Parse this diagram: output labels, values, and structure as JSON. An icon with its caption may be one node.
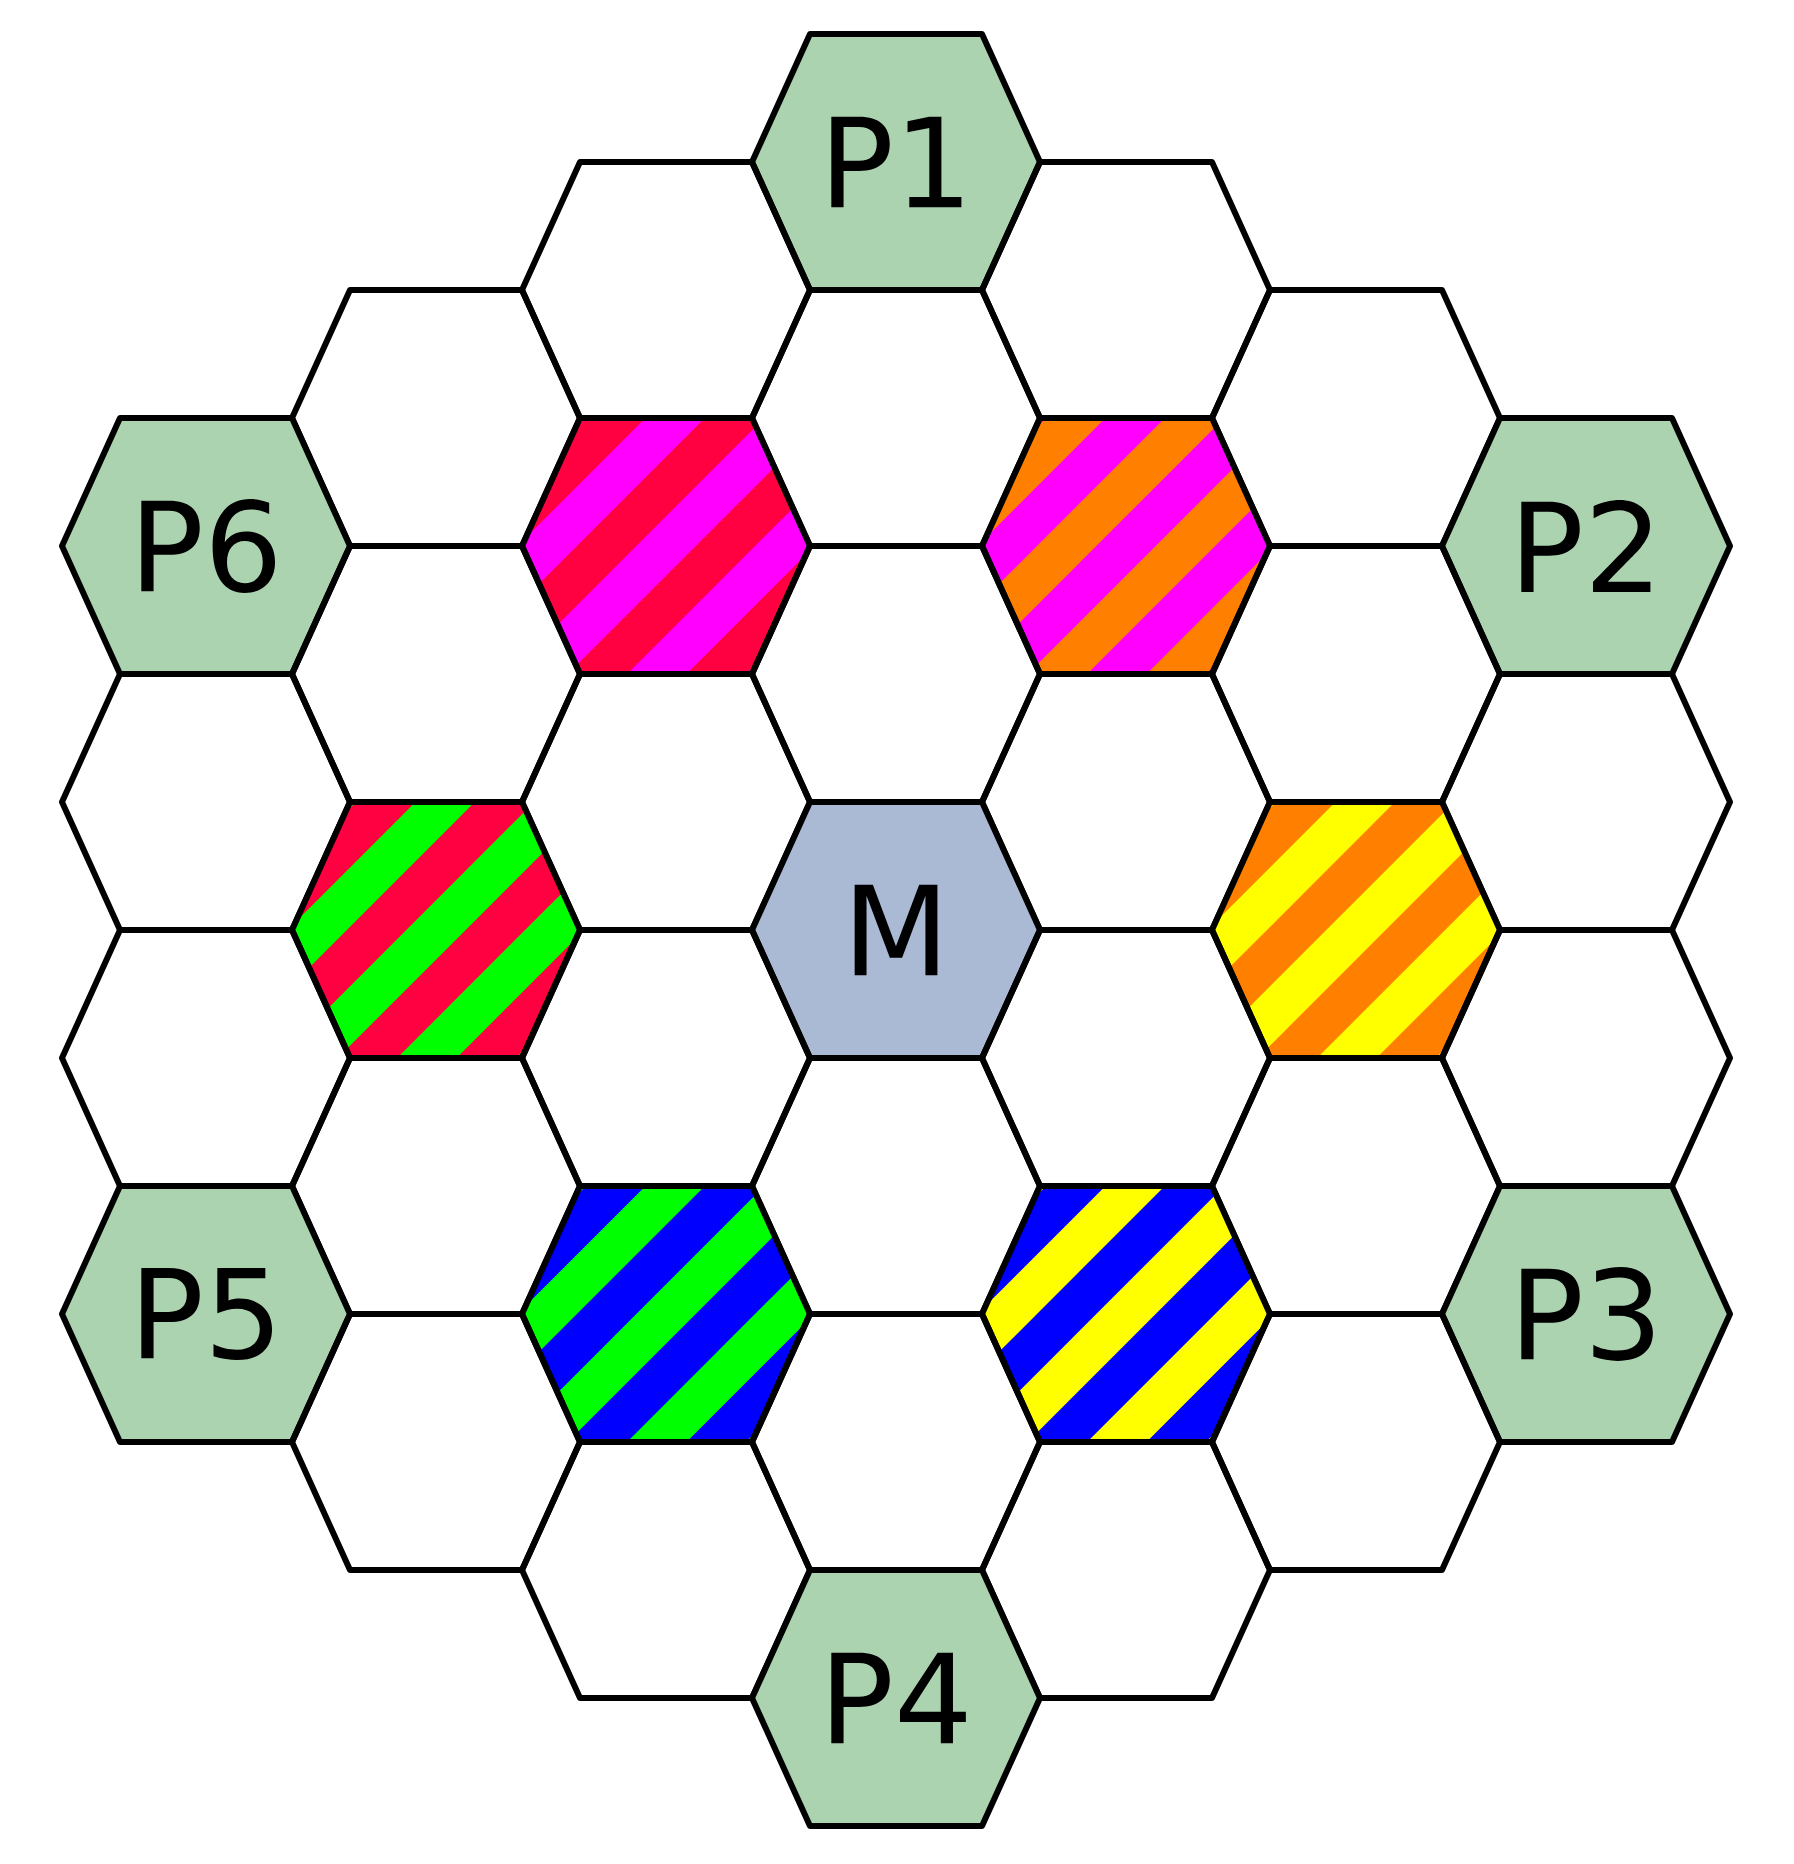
{
  "diagram": {
    "nodes": [
      {
        "text": [
          "P1"
        ]
      },
      {
        "text": [],
        "shape": "hexagon"
      },
      {
        "text": [],
        "shape": "hexagon"
      },
      {
        "text": [],
        "shape": "hexagon"
      },
      {
        "text": [],
        "shape": "hexagon"
      },
      {
        "text": [],
        "shape": "hexagon"
      },
      {
        "text": [
          "P6"
        ]
      },
      {
        "text": [],
        "shape": "hexagon"
      },
      {
        "text": [],
        "shape": "hexagon"
      },
      {
        "text": [
          "P2"
        ]
      },
      {
        "text": [],
        "shape": "hexagon"
      },
      {
        "text": [],
        "shape": "hexagon"
      },
      {
        "text": [],
        "shape": "hexagon"
      },
      {
        "text": [],
        "shape": "hexagon"
      },
      {
        "text": [],
        "shape": "hexagon"
      },
      {
        "text": [],
        "shape": "hexagon"
      },
      {
        "text": [],
        "shape": "hexagon"
      },
      {
        "text": [],
        "shape": "hexagon"
      },
      {
        "text": [
          "M"
        ]
      },
      {
        "text": [],
        "shape": "hexagon"
      },
      {
        "text": [],
        "shape": "hexagon"
      },
      {
        "text": [],
        "shape": "hexagon"
      },
      {
        "text": [],
        "shape": "hexagon"
      },
      {
        "text": [],
        "shape": "hexagon"
      },
      {
        "text": [],
        "shape": "hexagon"
      },
      {
        "text": [],
        "shape": "hexagon"
      },
      {
        "text": [],
        "shape": "hexagon"
      },
      {
        "text": [
          "P5"
        ]
      },
      {
        "text": [],
        "shape": "hexagon"
      },
      {
        "text": [],
        "shape": "hexagon"
      },
      {
        "text": [
          "P3"
        ]
      },
      {
        "text": [],
        "shape": "hexagon"
      },
      {
        "text": [],
        "shape": "hexagon"
      },
      {
        "text": [],
        "shape": "hexagon"
      },
      {
        "text": [],
        "shape": "hexagon"
      },
      {
        "text": [],
        "shape": "hexagon"
      },
      {
        "text": [
          "P4"
        ]
      }
    ]
  }
}
